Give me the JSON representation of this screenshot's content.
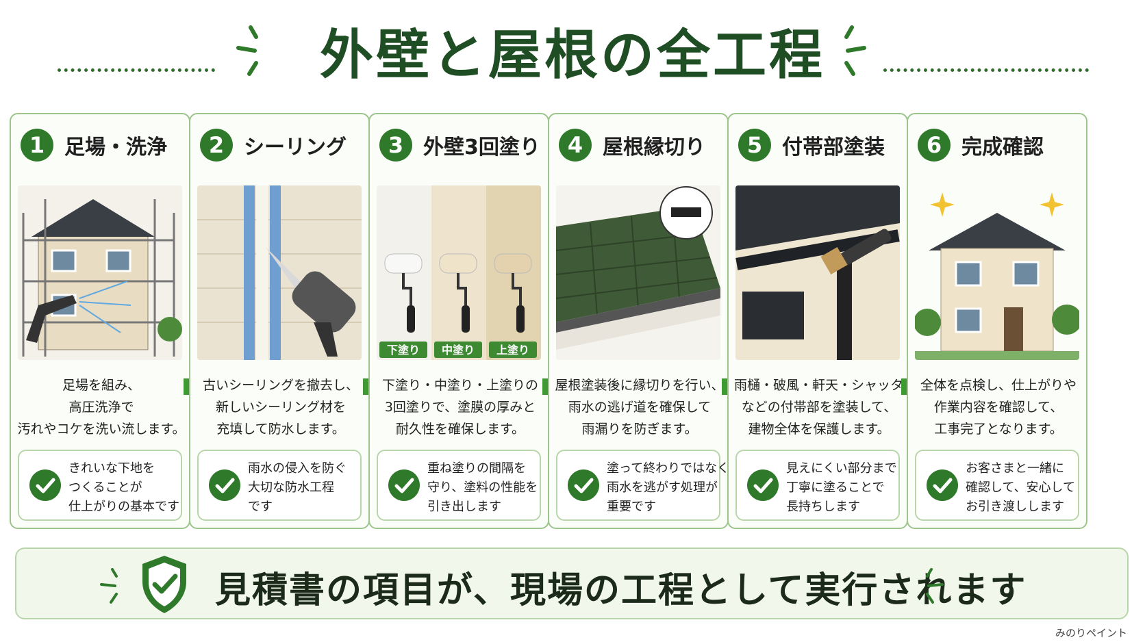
{
  "title": "外壁と屋根の全工程",
  "steps": [
    {
      "number": "1",
      "title": "足場・洗浄",
      "desc": [
        "足場を組み、",
        "高圧洗浄で",
        "汚れやコケを洗い流します。"
      ],
      "note": [
        "きれいな下地を",
        "つくることが",
        "仕上がりの基本です"
      ]
    },
    {
      "number": "2",
      "title": "シーリング",
      "desc": [
        "古いシーリングを撤去し、",
        "新しいシーリング材を",
        "充填して防水します。"
      ],
      "note": [
        "雨水の侵入を防ぐ",
        "大切な防水工程",
        "です"
      ]
    },
    {
      "number": "3",
      "title": "外壁3回塗り",
      "desc": [
        "下塗り・中塗り・上塗りの",
        "3回塗りで、塗膜の厚みと",
        "耐久性を確保します。"
      ],
      "note": [
        "重ね塗りの間隔を",
        "守り、塗料の性能を",
        "引き出します"
      ],
      "coat_labels": [
        "下塗り",
        "中塗り",
        "上塗り"
      ]
    },
    {
      "number": "4",
      "title": "屋根縁切り",
      "desc": [
        "屋根塗装後に縁切りを行い、",
        "雨水の逃げ道を確保して",
        "雨漏りを防ぎます。"
      ],
      "note": [
        "塗って終わりではなく、",
        "雨水を逃がす処理が",
        "重要です"
      ]
    },
    {
      "number": "5",
      "title": "付帯部塗装",
      "desc": [
        "雨樋・破風・軒天・シャッター",
        "などの付帯部を塗装して、",
        "建物全体を保護します。"
      ],
      "note": [
        "見えにくい部分まで",
        "丁寧に塗ることで",
        "長持ちします"
      ]
    },
    {
      "number": "6",
      "title": "完成確認",
      "desc": [
        "全体を点検し、仕上がりや",
        "作業内容を確認して、",
        "工事完了となります。"
      ],
      "note": [
        "お客さまと一緒に",
        "確認して、安心して",
        "お引き渡しします"
      ]
    }
  ],
  "banner": {
    "text": "見積書の項目が、現場の工程として実行されます"
  },
  "credit": "みのりペイント",
  "colors": {
    "accent": "#2f7a2a",
    "title": "#1f4d24",
    "border": "#9cc58c",
    "banner_bg": "#f2f7ec"
  }
}
